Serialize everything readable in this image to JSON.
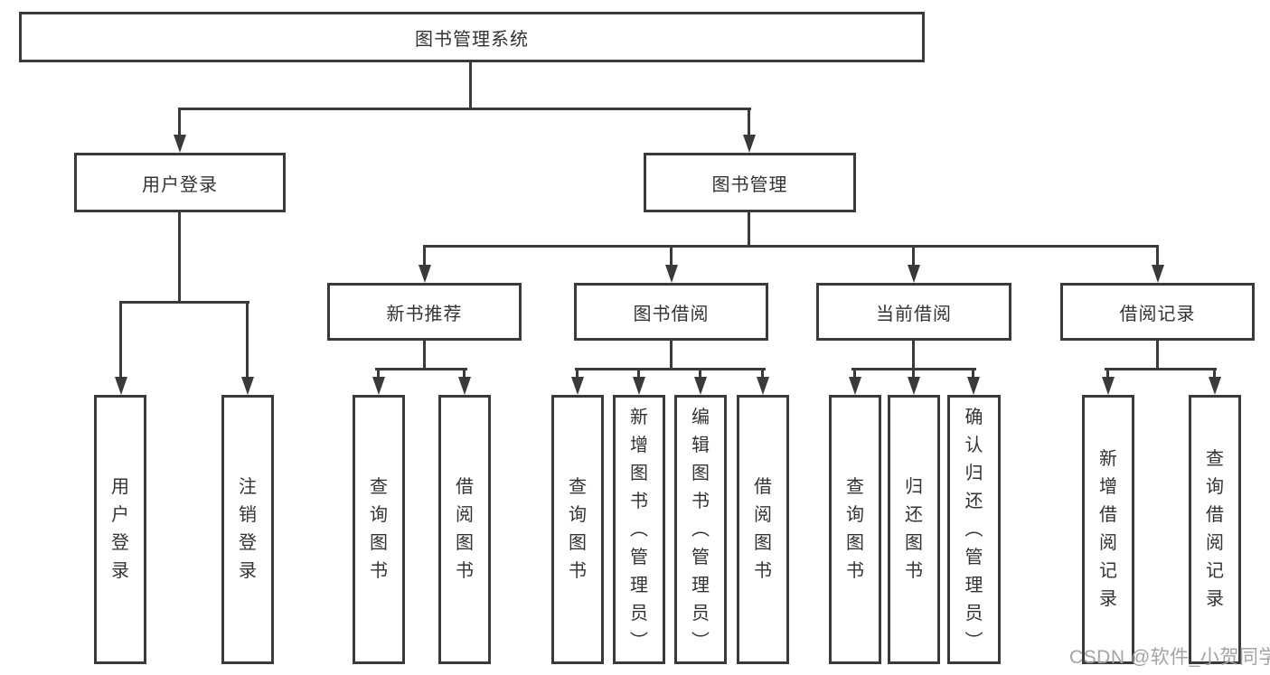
{
  "page": {
    "background": "#ffffff",
    "watermark": "CSDN @软件_小贺同学"
  },
  "colors": {
    "line": "#3a3a3a",
    "text": "#333333",
    "watermark": "#a3a3a3"
  },
  "diagram": {
    "type": "hierarchy",
    "root": {
      "label": "图书管理系统"
    },
    "level2": [
      {
        "label": "用户登录"
      },
      {
        "label": "图书管理"
      }
    ],
    "level3": [
      {
        "label": "新书推荐",
        "parent": "图书管理"
      },
      {
        "label": "图书借阅",
        "parent": "图书管理"
      },
      {
        "label": "当前借阅",
        "parent": "图书管理"
      },
      {
        "label": "借阅记录",
        "parent": "图书管理"
      }
    ],
    "leaves": [
      {
        "label": "用户登录",
        "parent": "用户登录"
      },
      {
        "label": "注销登录",
        "parent": "用户登录"
      },
      {
        "label": "查询图书",
        "parent": "新书推荐"
      },
      {
        "label": "借阅图书",
        "parent": "新书推荐"
      },
      {
        "label": "查询图书",
        "parent": "图书借阅"
      },
      {
        "label": "新增图书（管理员）",
        "parent": "图书借阅"
      },
      {
        "label": "编辑图书（管理员）",
        "parent": "图书借阅"
      },
      {
        "label": "借阅图书",
        "parent": "图书借阅"
      },
      {
        "label": "查询图书",
        "parent": "当前借阅"
      },
      {
        "label": "归还图书",
        "parent": "当前借阅"
      },
      {
        "label": "确认归还（管理员）",
        "parent": "当前借阅"
      },
      {
        "label": "新增借阅记录",
        "parent": "借阅记录"
      },
      {
        "label": "查询借阅记录",
        "parent": "借阅记录"
      }
    ]
  }
}
